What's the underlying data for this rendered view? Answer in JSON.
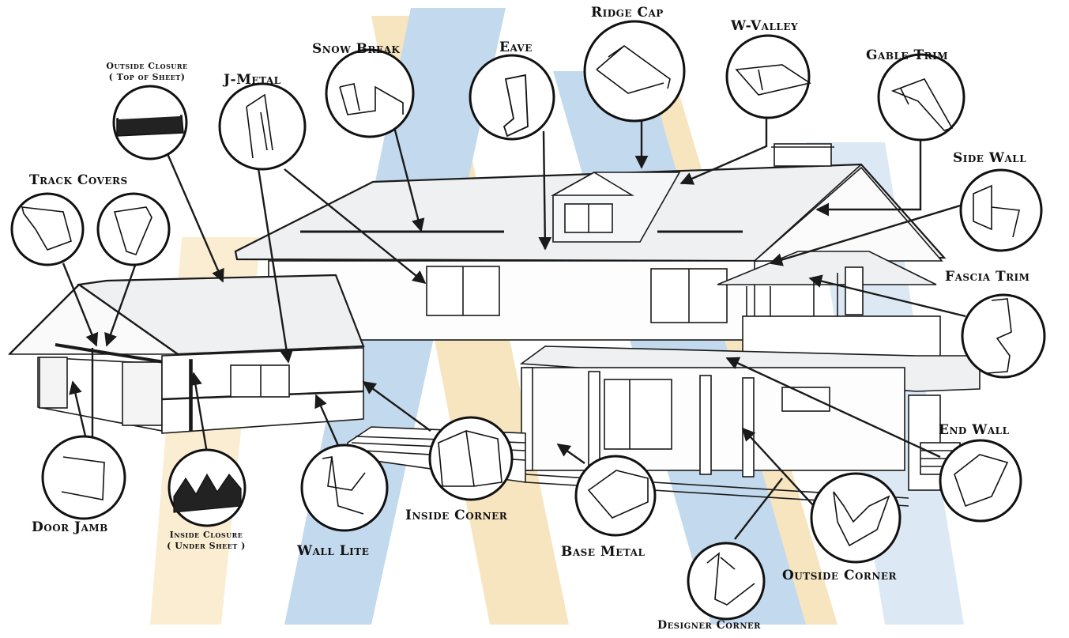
{
  "labels": {
    "outside_closure": "Outside Closure",
    "outside_closure_sub": "( Top of Sheet)",
    "j_metal": "J-Metal",
    "snow_break": "Snow Break",
    "eave": "Eave",
    "ridge_cap": "Ridge Cap",
    "w_valley": "W-Valley",
    "gable_trim": "Gable  Trim",
    "side_wall": "Side  Wall",
    "track_covers": "Track Covers",
    "fascia_trim": "Fascia Trim",
    "end_wall": "End Wall",
    "door_jamb": "Door Jamb",
    "inside_closure": "Inside Closure",
    "inside_closure_sub": "( Under Sheet )",
    "wall_lite": "Wall Lite",
    "inside_corner": "Inside Corner",
    "base_metal": "Base Metal",
    "outside_corner": "Outside Corner",
    "designer_corner": "Designer Corner"
  },
  "colors": {
    "line": "#1a1a1a",
    "watermark_blue": "#b9d3ea",
    "watermark_yellow": "#f6e1b4",
    "roof_fill": "#eef0f2"
  },
  "icons": [
    "outside-closure-icon",
    "j-metal-icon",
    "snow-break-icon",
    "eave-icon",
    "ridge-cap-icon",
    "w-valley-icon",
    "gable-trim-icon",
    "side-wall-icon",
    "track-cover-icon",
    "fascia-trim-icon",
    "end-wall-icon",
    "door-jamb-icon",
    "inside-closure-icon",
    "wall-lite-icon",
    "inside-corner-icon",
    "base-metal-icon",
    "outside-corner-icon",
    "designer-corner-icon"
  ]
}
